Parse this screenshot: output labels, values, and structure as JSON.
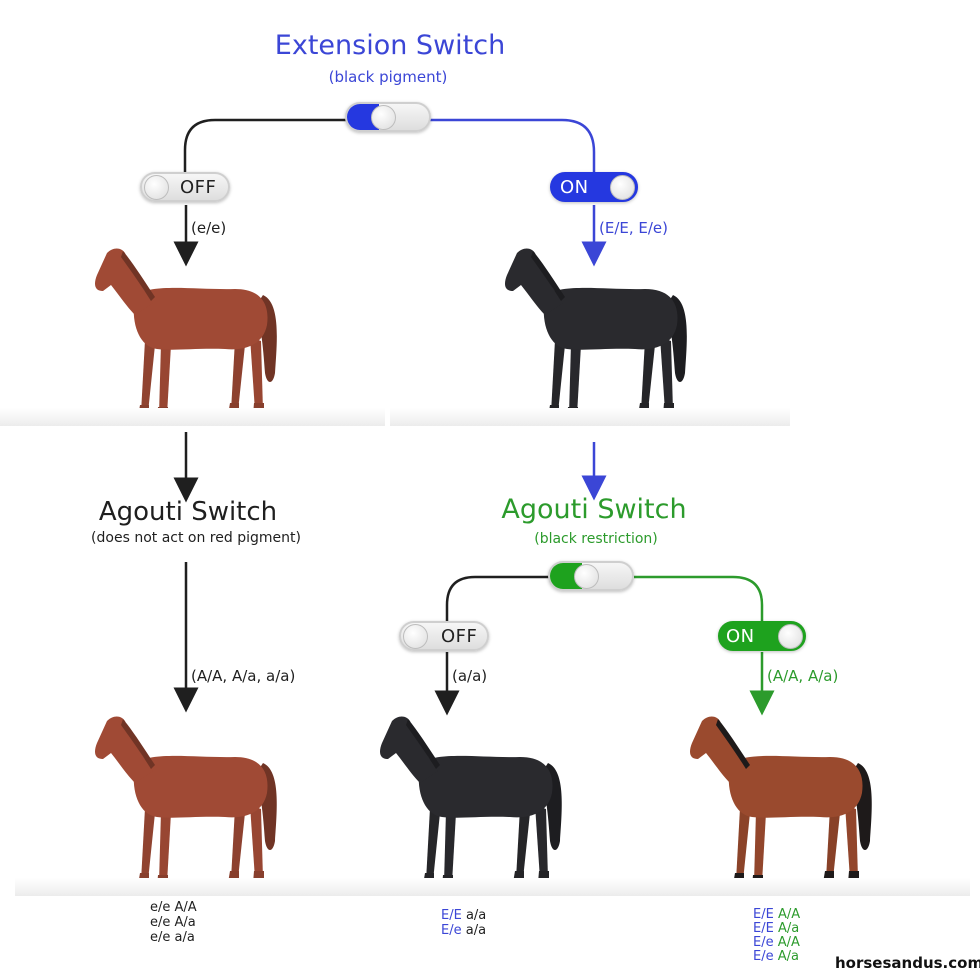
{
  "extension": {
    "title": "Extension Switch",
    "subtitle": "(black pigment)",
    "off_label": "OFF",
    "on_label": "ON",
    "off_genotype": "(e/e)",
    "on_genotype": "(E/E, E/e)"
  },
  "agouti_left": {
    "title": "Agouti Switch",
    "subtitle": "(does not act on red pigment)",
    "genotype": "(A/A, A/a, a/a)"
  },
  "agouti_right": {
    "title": "Agouti Switch",
    "subtitle": "(black restriction)",
    "off_label": "OFF",
    "on_label": "ON",
    "off_genotype": "(a/a)",
    "on_genotype": "(A/A, A/a)"
  },
  "results": {
    "chestnut": [
      {
        "ext": "e/e",
        "agouti": "A/A"
      },
      {
        "ext": "e/e",
        "agouti": "A/a"
      },
      {
        "ext": "e/e",
        "agouti": "a/a"
      }
    ],
    "black": [
      {
        "ext": "E/E",
        "agouti": "a/a"
      },
      {
        "ext": "E/e",
        "agouti": "a/a"
      }
    ],
    "bay": [
      {
        "ext": "E/E",
        "agouti": "A/A"
      },
      {
        "ext": "E/E",
        "agouti": "A/a"
      },
      {
        "ext": "E/e",
        "agouti": "A/A"
      },
      {
        "ext": "E/e",
        "agouti": "A/a"
      }
    ]
  },
  "colors": {
    "blue": "#3b46d6",
    "green": "#2c9b2c",
    "chestnut": "#a04a35",
    "black": "#2a2a2e",
    "bay": "#9a4a2e"
  },
  "watermark": "horsesandus.com"
}
